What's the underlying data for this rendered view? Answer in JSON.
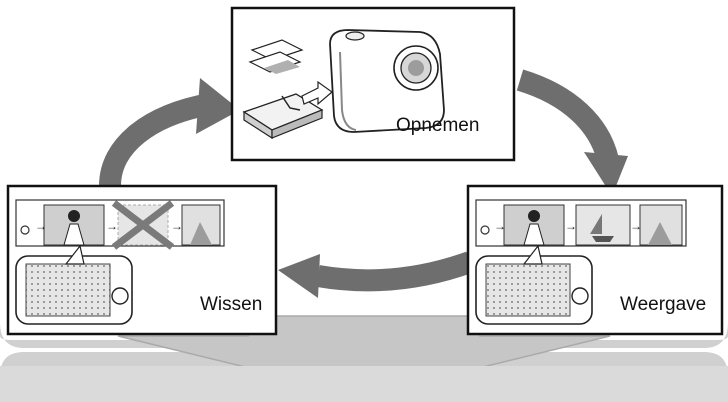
{
  "steps": {
    "record": {
      "label": "Opnemen"
    },
    "delete": {
      "label": "Wissen"
    },
    "playback": {
      "label": "Weergave"
    }
  },
  "colors": {
    "arrow": "#6e6e6e",
    "frame_border": "#111111",
    "band": "#c9c9c9",
    "thumb_bg": "#d9d9d9",
    "thumb_dark": "#7a7a7a"
  },
  "icons": [
    "camera-icon",
    "memory-card-icon",
    "photos-stack-icon",
    "filmstrip-icon",
    "delete-x-icon",
    "camera-display-icon",
    "sailboat-icon",
    "person-icon",
    "city-icon"
  ]
}
